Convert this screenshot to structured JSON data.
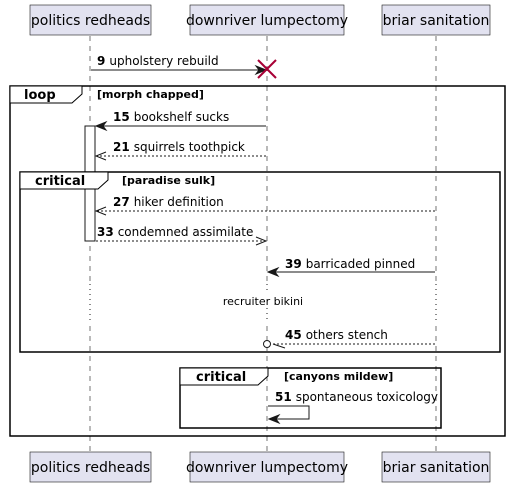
{
  "participants": [
    {
      "id": "p1",
      "label": "politics redheads"
    },
    {
      "id": "p2",
      "label": "downriver lumpectomy"
    },
    {
      "id": "p3",
      "label": "briar sanitation"
    }
  ],
  "frames": [
    {
      "kind": "loop",
      "guard": "[morph chapped]"
    },
    {
      "kind": "critical",
      "guard": "[paradise sulk]"
    },
    {
      "kind": "critical",
      "guard": "[canyons mildew]"
    }
  ],
  "messages": [
    {
      "num": "9",
      "text": "upholstery rebuild"
    },
    {
      "num": "15",
      "text": "bookshelf sucks"
    },
    {
      "num": "21",
      "text": "squirrels toothpick"
    },
    {
      "num": "27",
      "text": "hiker definition"
    },
    {
      "num": "33",
      "text": "condemned assimilate"
    },
    {
      "num": "39",
      "text": "barricaded pinned"
    },
    {
      "num": "45",
      "text": "others stench"
    },
    {
      "num": "51",
      "text": "spontaneous toxicology"
    }
  ],
  "delay": {
    "text": "recruiter bikini"
  }
}
